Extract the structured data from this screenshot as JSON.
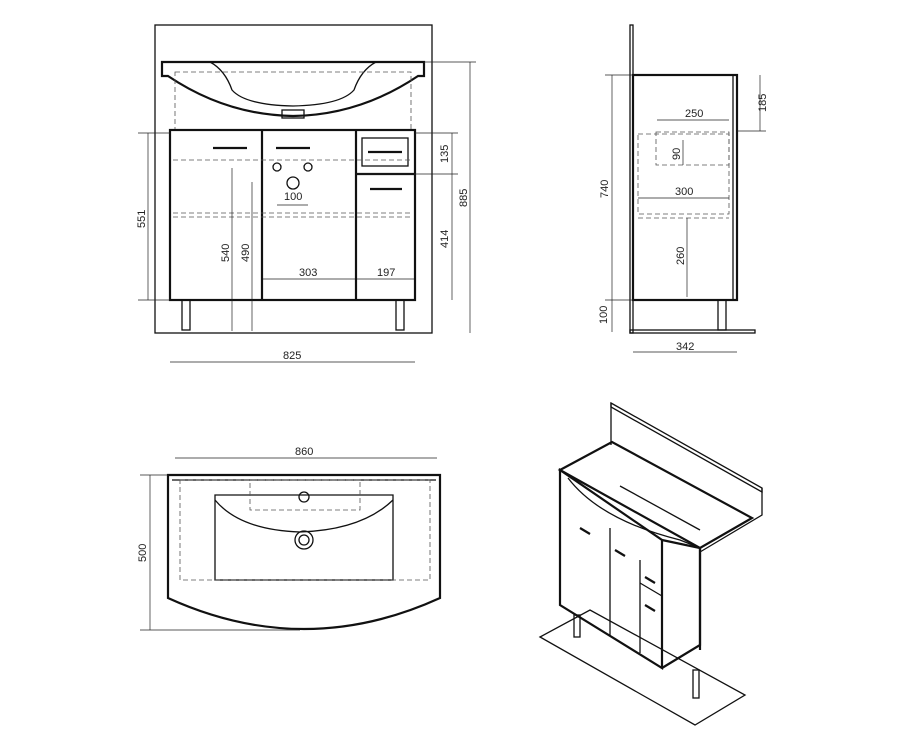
{
  "front_view": {
    "dims": {
      "height_cabinet": "551",
      "drain_height_1": "540",
      "drain_height_2": "490",
      "drawer_height": "135",
      "door_height": "414",
      "total_height": "885",
      "pipe_spacing": "100",
      "middle_door_width": "303",
      "right_door_width": "197",
      "total_width": "825"
    }
  },
  "side_view": {
    "dims": {
      "top_offset": "185",
      "inner_depth_top": "250",
      "drawer_depth": "90",
      "body_height": "740",
      "shelf_depth": "300",
      "shelf_height": "260",
      "leg_height": "100",
      "total_depth": "342"
    }
  },
  "top_view": {
    "dims": {
      "basin_width": "860",
      "basin_depth": "500"
    }
  }
}
